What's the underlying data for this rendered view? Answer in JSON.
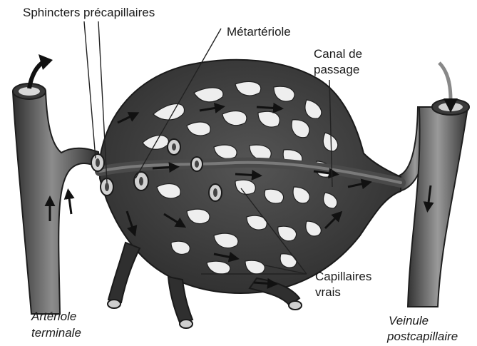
{
  "labels": {
    "sphincters": "Sphincters précapillaires",
    "metarteriole": "Métartériole",
    "canal_line1": "Canal de",
    "canal_line2": "passage",
    "capillaires_line1": "Capillaires",
    "capillaires_line2": "vrais",
    "arteriole_line1": "Artériole",
    "arteriole_line2": "terminale",
    "veinule_line1": "Veinule",
    "veinule_line2": "postcapillaire"
  },
  "colors": {
    "vessel_dark": "#3a3a3a",
    "vessel_mid": "#5a5a5a",
    "vessel_light": "#9a9a9a",
    "sphincter": "#cfcfcf",
    "arrow": "#111111",
    "leader_line": "#222222"
  }
}
